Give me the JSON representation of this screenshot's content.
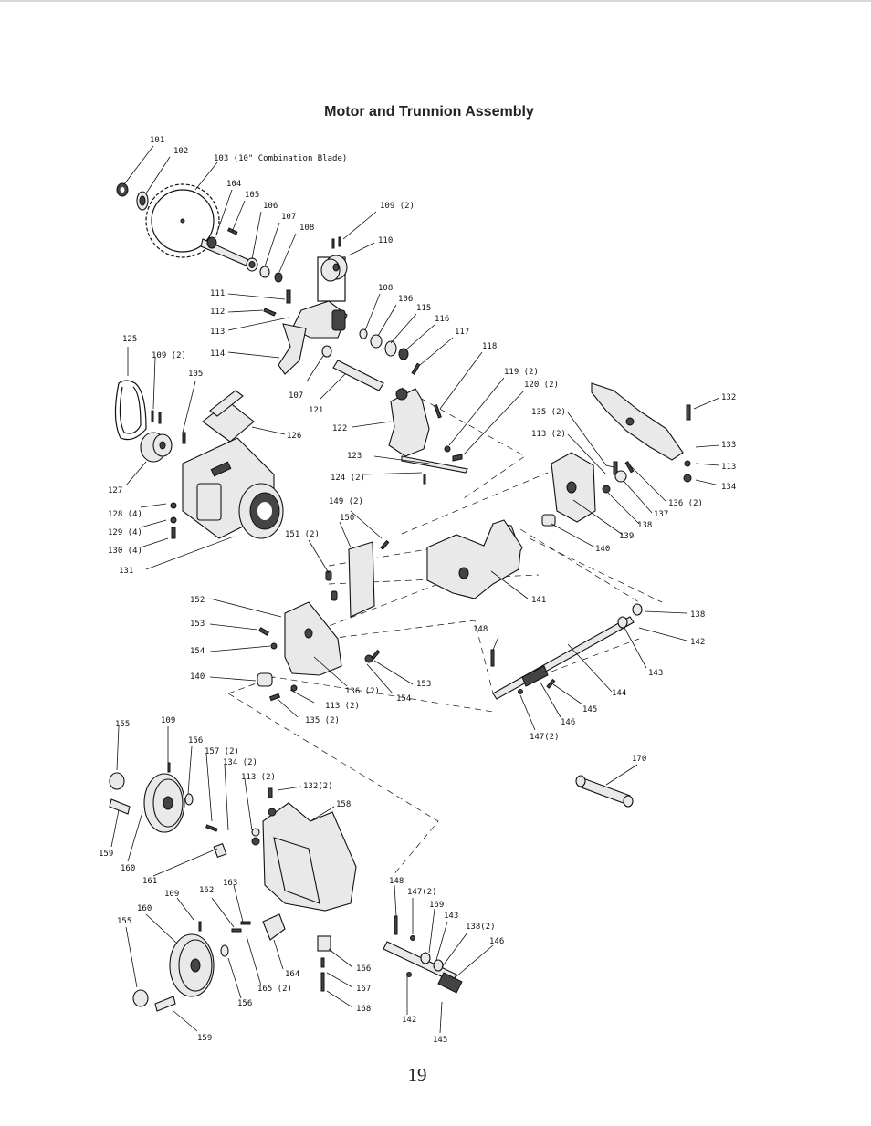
{
  "title": "Motor and Trunnion Assembly",
  "page_number": "19",
  "callouts": [
    {
      "id": "c101",
      "text": "101"
    },
    {
      "id": "c102",
      "text": "102"
    },
    {
      "id": "c103",
      "text": "103 (10\" Combination Blade)"
    },
    {
      "id": "c104",
      "text": "104"
    },
    {
      "id": "c105a",
      "text": "105"
    },
    {
      "id": "c106a",
      "text": "106"
    },
    {
      "id": "c107a",
      "text": "107"
    },
    {
      "id": "c108a",
      "text": "108"
    },
    {
      "id": "c109a",
      "text": "109 (2)"
    },
    {
      "id": "c110",
      "text": "110"
    },
    {
      "id": "c111",
      "text": "111"
    },
    {
      "id": "c112",
      "text": "112"
    },
    {
      "id": "c113a",
      "text": "113"
    },
    {
      "id": "c114",
      "text": "114"
    },
    {
      "id": "c108b",
      "text": "108"
    },
    {
      "id": "c106b",
      "text": "106"
    },
    {
      "id": "c115",
      "text": "115"
    },
    {
      "id": "c116",
      "text": "116"
    },
    {
      "id": "c117",
      "text": "117"
    },
    {
      "id": "c118",
      "text": "118"
    },
    {
      "id": "c119",
      "text": "119 (2)"
    },
    {
      "id": "c120",
      "text": "120 (2)"
    },
    {
      "id": "c107b",
      "text": "107"
    },
    {
      "id": "c121",
      "text": "121"
    },
    {
      "id": "c122",
      "text": "122"
    },
    {
      "id": "c123",
      "text": "123"
    },
    {
      "id": "c124",
      "text": "124 (2)"
    },
    {
      "id": "c125",
      "text": "125"
    },
    {
      "id": "c109b",
      "text": "109 (2)"
    },
    {
      "id": "c105b",
      "text": "105"
    },
    {
      "id": "c126",
      "text": "126"
    },
    {
      "id": "c127",
      "text": "127"
    },
    {
      "id": "c128",
      "text": "128 (4)"
    },
    {
      "id": "c129",
      "text": "129 (4)"
    },
    {
      "id": "c130",
      "text": "130 (4)"
    },
    {
      "id": "c131",
      "text": "131"
    },
    {
      "id": "c132a",
      "text": "132"
    },
    {
      "id": "c133",
      "text": "133"
    },
    {
      "id": "c113b",
      "text": "113"
    },
    {
      "id": "c134a",
      "text": "134"
    },
    {
      "id": "c135a",
      "text": "135 (2)"
    },
    {
      "id": "c113c",
      "text": "113 (2)"
    },
    {
      "id": "c136a",
      "text": "136 (2)"
    },
    {
      "id": "c137",
      "text": "137"
    },
    {
      "id": "c138a",
      "text": "138"
    },
    {
      "id": "c139",
      "text": "139"
    },
    {
      "id": "c140a",
      "text": "140"
    },
    {
      "id": "c149",
      "text": "149 (2)"
    },
    {
      "id": "c150",
      "text": "150"
    },
    {
      "id": "c151",
      "text": "151 (2)"
    },
    {
      "id": "c141",
      "text": "141"
    },
    {
      "id": "c152",
      "text": "152"
    },
    {
      "id": "c153a",
      "text": "153"
    },
    {
      "id": "c154a",
      "text": "154"
    },
    {
      "id": "c140b",
      "text": "140"
    },
    {
      "id": "c136b",
      "text": "136 (2)"
    },
    {
      "id": "c153b",
      "text": "153"
    },
    {
      "id": "c154b",
      "text": "154"
    },
    {
      "id": "c113d",
      "text": "113 (2)"
    },
    {
      "id": "c135b",
      "text": "135 (2)"
    },
    {
      "id": "c138b",
      "text": "138"
    },
    {
      "id": "c142a",
      "text": "142"
    },
    {
      "id": "c148a",
      "text": "148"
    },
    {
      "id": "c143a",
      "text": "143"
    },
    {
      "id": "c144",
      "text": "144"
    },
    {
      "id": "c145a",
      "text": "145"
    },
    {
      "id": "c146a",
      "text": "146"
    },
    {
      "id": "c147a",
      "text": "147(2)"
    },
    {
      "id": "c170",
      "text": "170"
    },
    {
      "id": "c155a",
      "text": "155"
    },
    {
      "id": "c109c",
      "text": "109"
    },
    {
      "id": "c156a",
      "text": "156"
    },
    {
      "id": "c157",
      "text": "157 (2)"
    },
    {
      "id": "c134b",
      "text": "134 (2)"
    },
    {
      "id": "c113e",
      "text": "113 (2)"
    },
    {
      "id": "c132b",
      "text": "132(2)"
    },
    {
      "id": "c158",
      "text": "158"
    },
    {
      "id": "c159a",
      "text": "159"
    },
    {
      "id": "c160a",
      "text": "160"
    },
    {
      "id": "c161",
      "text": "161"
    },
    {
      "id": "c109d",
      "text": "109"
    },
    {
      "id": "c162",
      "text": "162"
    },
    {
      "id": "c163",
      "text": "163"
    },
    {
      "id": "c160b",
      "text": "160"
    },
    {
      "id": "c155b",
      "text": "155"
    },
    {
      "id": "c148b",
      "text": "148"
    },
    {
      "id": "c147b",
      "text": "147(2)"
    },
    {
      "id": "c169",
      "text": "169"
    },
    {
      "id": "c143b",
      "text": "143"
    },
    {
      "id": "c138c",
      "text": "138(2)"
    },
    {
      "id": "c146b",
      "text": "146"
    },
    {
      "id": "c164",
      "text": "164"
    },
    {
      "id": "c165",
      "text": "165 (2)"
    },
    {
      "id": "c166",
      "text": "166"
    },
    {
      "id": "c167",
      "text": "167"
    },
    {
      "id": "c156b",
      "text": "156"
    },
    {
      "id": "c168",
      "text": "168"
    },
    {
      "id": "c159b",
      "text": "159"
    },
    {
      "id": "c142b",
      "text": "142"
    },
    {
      "id": "c145b",
      "text": "145"
    }
  ]
}
